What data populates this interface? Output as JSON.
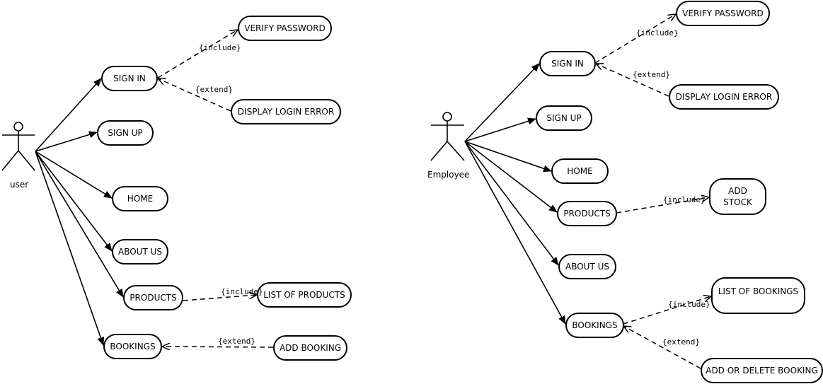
{
  "left": {
    "actor": "user",
    "cases": {
      "sign_in": "SIGN IN",
      "sign_up": "SIGN UP",
      "home": "HOME",
      "about_us": "ABOUT US",
      "products": "PRODUCTS",
      "bookings": "BOOKINGS",
      "verify_password": "VERIFY PASSWORD",
      "display_login_error": "DISPLAY LOGIN ERROR",
      "list_of_products": "LIST OF PRODUCTS",
      "add_booking": "ADD BOOKING"
    },
    "labels": {
      "include_verify": "{include}",
      "extend_error": "{extend}",
      "include_products": "{include}",
      "extend_booking": "{extend}"
    }
  },
  "right": {
    "actor": "Employee",
    "cases": {
      "sign_in": "SIGN IN",
      "sign_up": "SIGN UP",
      "home": "HOME",
      "products": "PRODUCTS",
      "about_us": "ABOUT US",
      "bookings": "BOOKINGS",
      "verify_password": "VERIFY PASSWORD",
      "display_login_error": "DISPLAY LOGIN ERROR",
      "add_stock_line1": "ADD",
      "add_stock_line2": "STOCK",
      "list_of_bookings": "LIST OF BOOKINGS",
      "add_or_delete_booking": "ADD OR DELETE BOOKING"
    },
    "labels": {
      "include_verify": "{include}",
      "extend_error": "{extend}",
      "include_stock": "{include}",
      "include_bookings": "{include}",
      "extend_bookings": "{extend}"
    }
  }
}
